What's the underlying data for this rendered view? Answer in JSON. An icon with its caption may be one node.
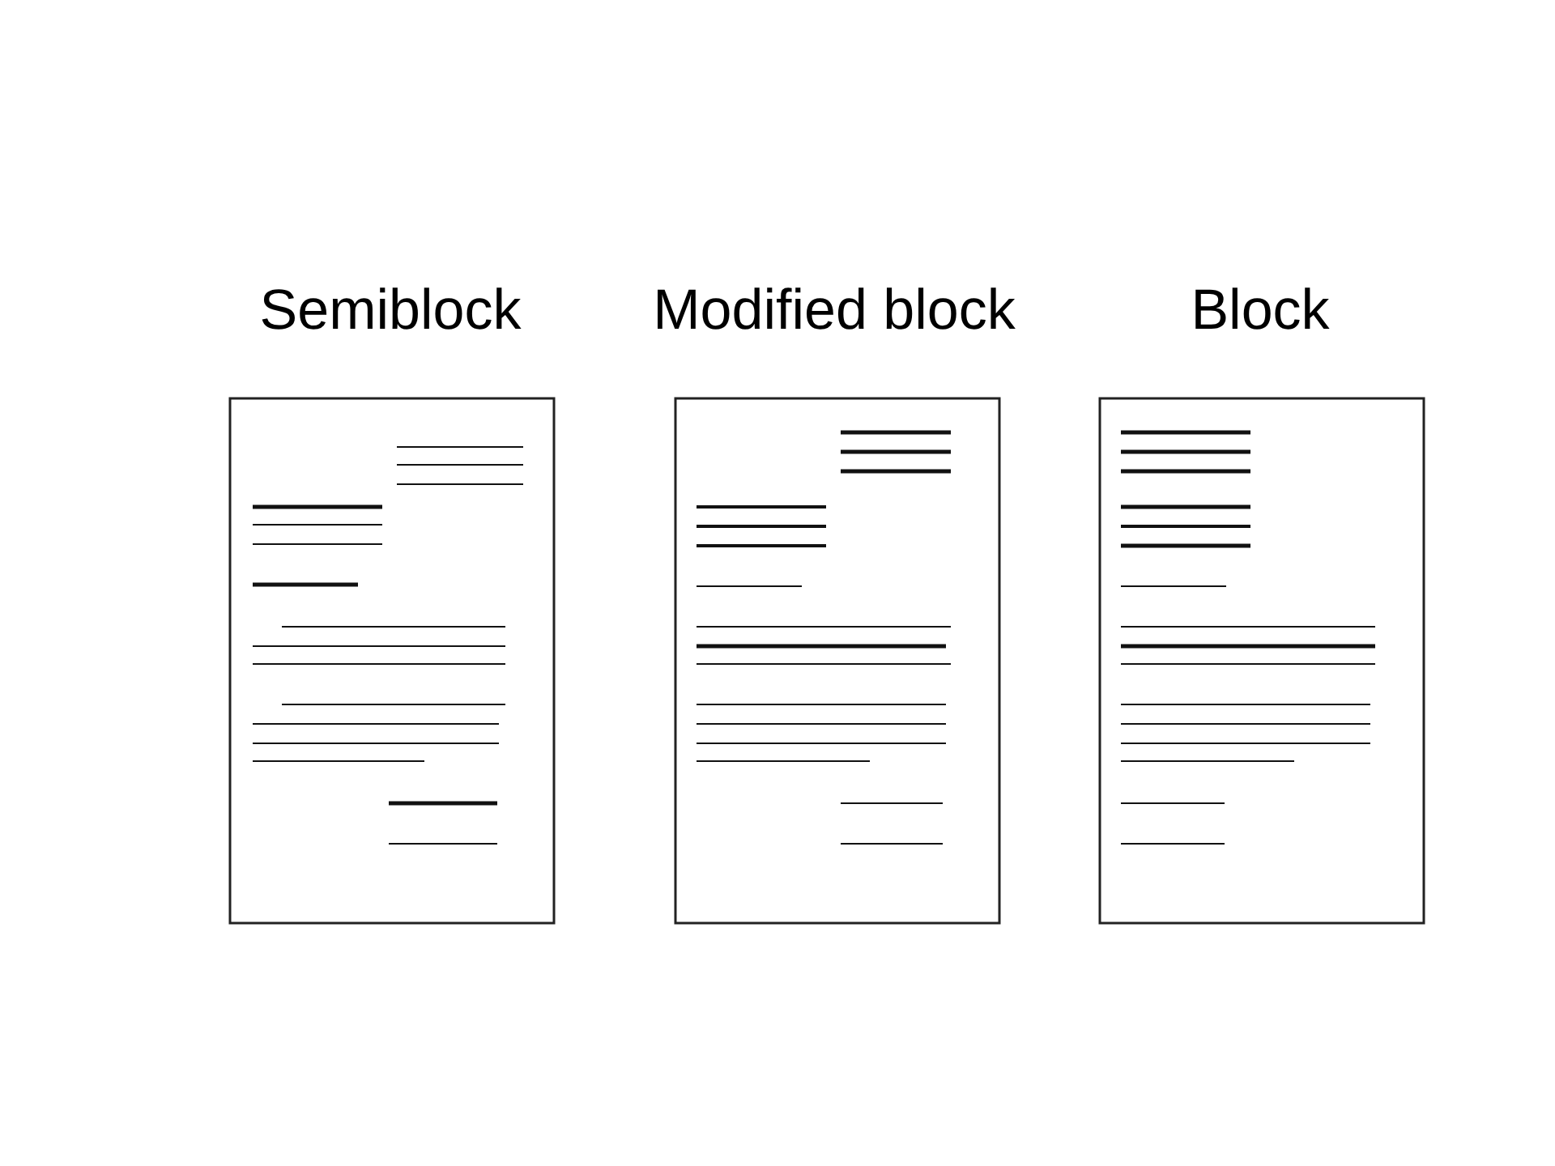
{
  "diagram": {
    "nodes": [
      {
        "text": [
          "Semiblock"
        ]
      },
      {
        "text": [
          "Modified block"
        ]
      },
      {
        "text": [
          "Block"
        ]
      }
    ]
  }
}
